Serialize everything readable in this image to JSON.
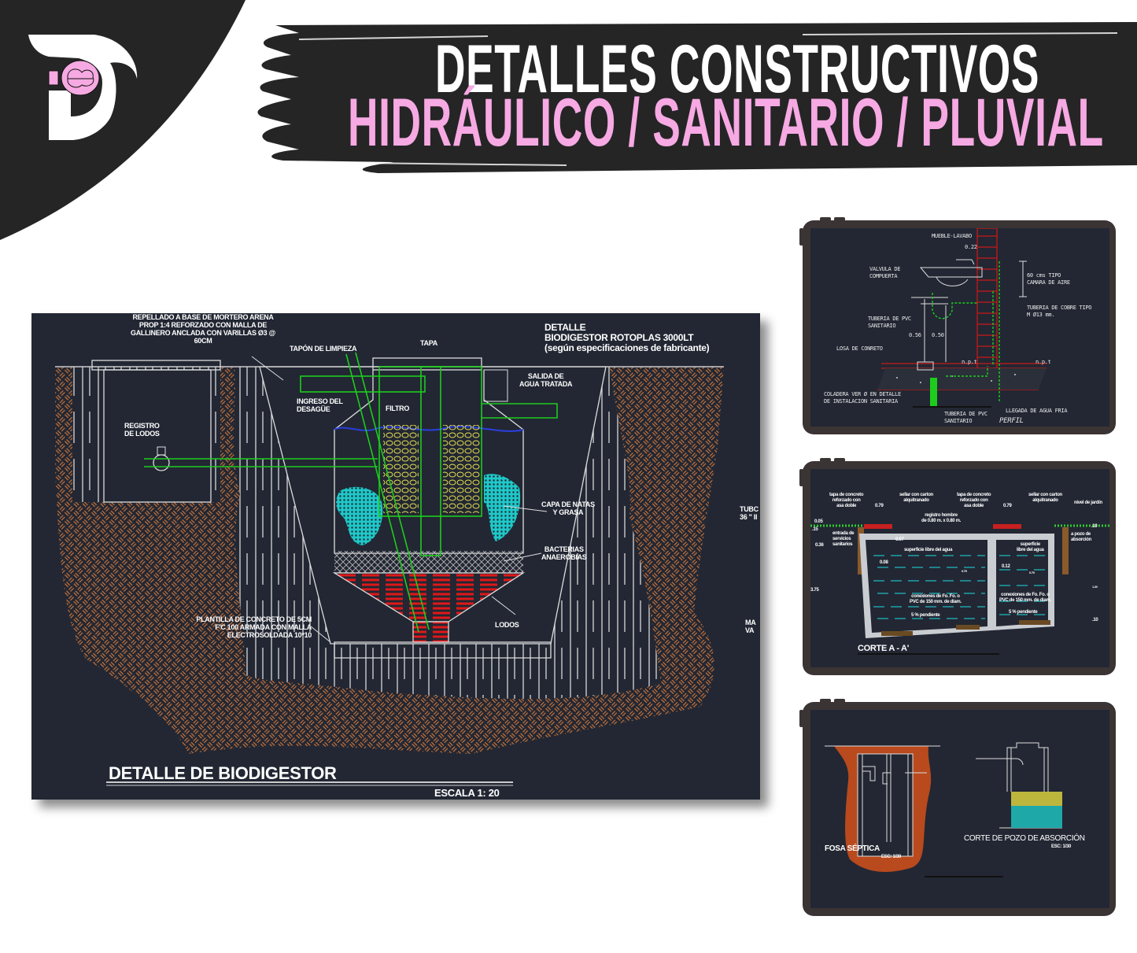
{
  "brand": {
    "logo_letter": "D",
    "logo_icon": "lightbulb-brain-icon",
    "accent": "#f6a9e2",
    "dark": "#252525"
  },
  "header": {
    "title": "DETALLES CONSTRUCTIVOS",
    "subtitle": "HIDRÁULICO / SANITARIO / PLUVIAL"
  },
  "main_drawing": {
    "note_repellado": [
      "REPELLADO A BASE DE MORTERO ARENA",
      "PROP 1:4 REFORZADO CON MALLA DE",
      "GALLINERO ANCLADA CON VARILLAS Ø3 @",
      "60CM"
    ],
    "tapon": "TAPÓN DE LIMPIEZA",
    "tapa": "TAPA",
    "detalle": [
      "DETALLE",
      "BIODIGESTOR ROTOPLAS 3000LT",
      "(según especificaciones de fabricante)"
    ],
    "salida": [
      "SALIDA DE",
      "AGUA TRATADA"
    ],
    "ingreso": [
      "INGRESO DEL",
      "DESAGÜE"
    ],
    "filtro": "FILTRO",
    "registro": [
      "REGISTRO",
      "DE LODOS"
    ],
    "natas": [
      "CAPA DE NATAS",
      "Y GRASA"
    ],
    "bacterias": [
      "BACTERIAS",
      "ANAEROBIAS"
    ],
    "plantilla": [
      "PLANTILLA DE CONCRETO DE 5CM",
      "F'C 100 ARMADA CON MALLA",
      "ELECTROSOLDADA 10*10"
    ],
    "lodos": "LODOS",
    "cut_right_top": [
      "TUBC",
      "36 \" II"
    ],
    "cut_right_bottom": [
      "MA",
      "VA"
    ],
    "title": "DETALLE DE BIODIGESTOR",
    "scale": "ESCALA 1: 20"
  },
  "panel_lavabo": {
    "mueble": "MUEBLE-LAVABO",
    "dim_022": "0.22",
    "valvula": [
      "VALVULA DE",
      "COMPUERTA"
    ],
    "camara": [
      "60 cms TIPO",
      "CAMARA DE AIRE"
    ],
    "cobre": [
      "TUBERIA DE COBRE TIPO",
      "M Ø13 mm."
    ],
    "pvc": [
      "TUBERIA DE PVC",
      "SANITARIO"
    ],
    "dim_056": "0.56",
    "dim_050": "0.50",
    "losa": "LOSA DE CONRETO",
    "npt": "n.p.t",
    "coladera": [
      "COLADERA VER Ø EN DETALLE",
      "DE INSTALACION SANITARIA"
    ],
    "llegada": "LLEGADA DE AGUA FRIA",
    "pvc_bottom": [
      "TUBERIA DE PVC",
      "SANITARIO"
    ],
    "perfil": "PERFIL"
  },
  "panel_corte": {
    "tapa": [
      "tapa de concreto",
      "reforzado con",
      "asa doble"
    ],
    "sellar": [
      "sellar con carton",
      "alquitranado"
    ],
    "dim_079": "0.79",
    "nivel": "nivel de jardín",
    "registro": [
      "registro hombre",
      "de 0.80 m. x 0.80 m."
    ],
    "dim_10": ".10",
    "dim_005": "0.05",
    "dim_15": ".15",
    "entrada": [
      "entrada de",
      "servicios",
      "sanitarios"
    ],
    "dim_007": "0.07",
    "pozo": [
      "a pozo de",
      "absorción"
    ],
    "dim_036": "0.36",
    "superficie": "superficie libre del agua",
    "superficie2": [
      "superficie",
      "libre del agua"
    ],
    "dim_008": "0.08",
    "dim_012": "0.12",
    "dim_075": "0.75",
    "dim_375": "3.75",
    "dim_120": "1.20",
    "conexiones": [
      "conexiones de Fo. Fo. o",
      "PVC de 150 mm. de diam."
    ],
    "pendiente": "5 % pendiente",
    "title": "CORTE A - A'"
  },
  "panel_fosa": {
    "fosa_title": "FOSA SÉPTICA",
    "fosa_scale": "ESC: 1/30",
    "pozo_title": "CORTE DE POZO DE ABSORCIÓN",
    "pozo_scale": "ESC: 1/30"
  }
}
